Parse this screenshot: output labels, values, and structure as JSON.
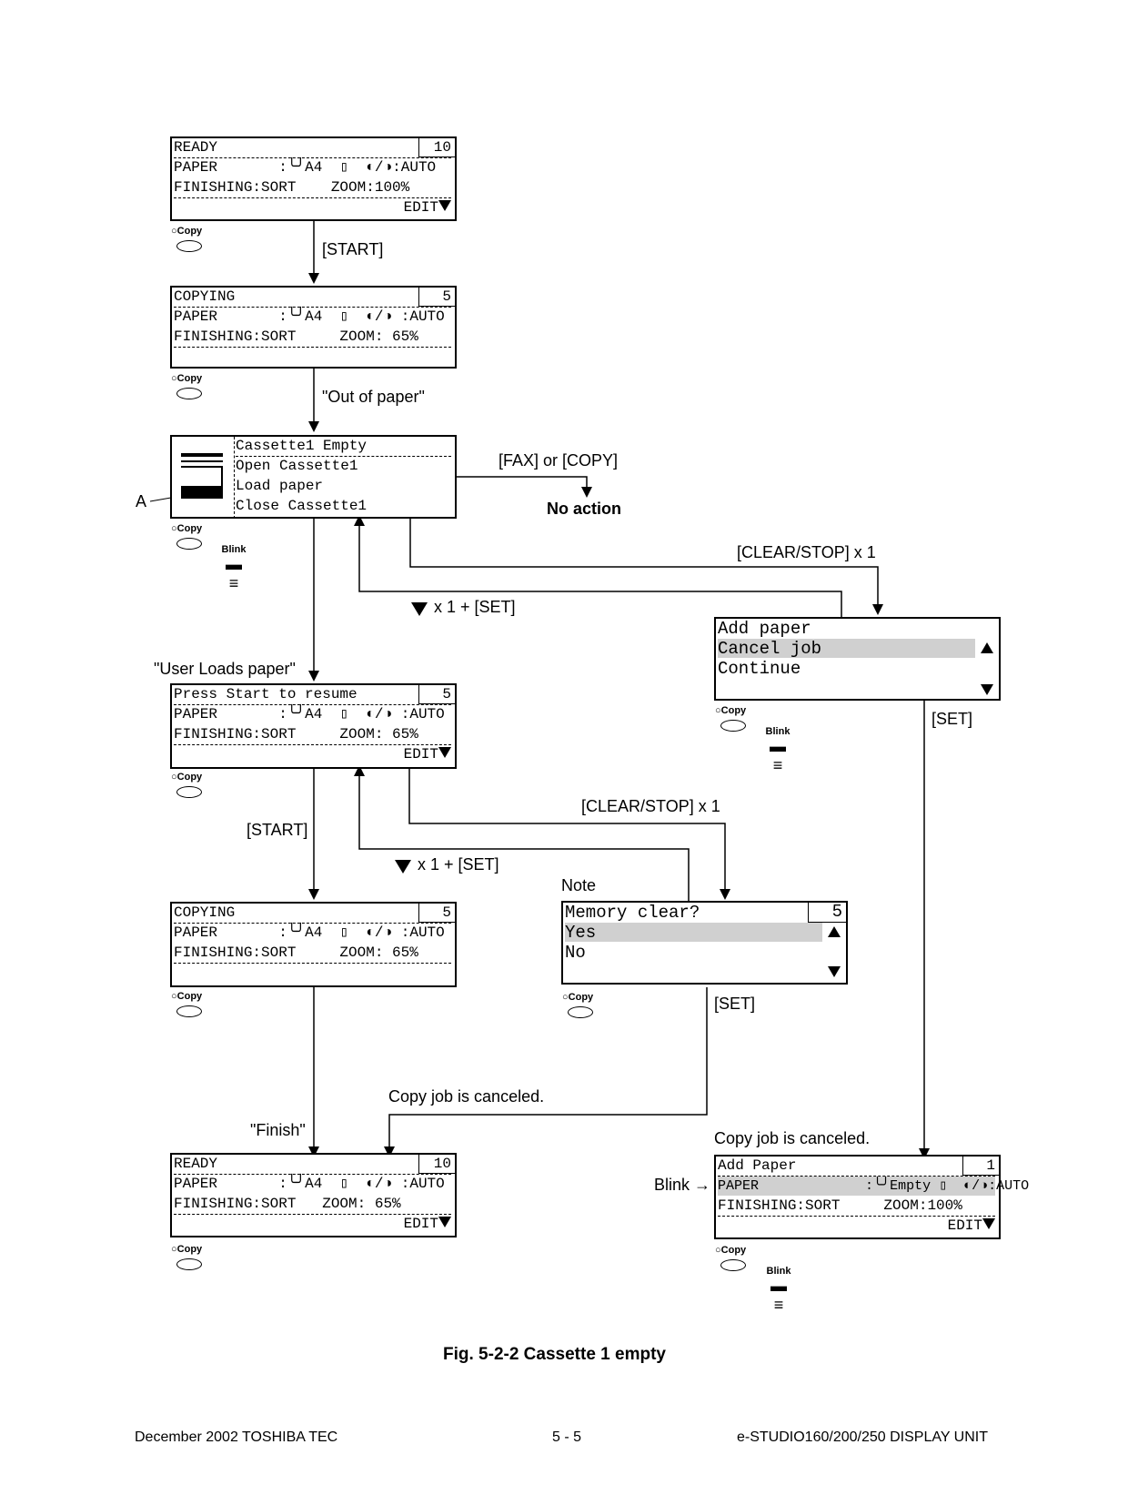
{
  "screens": {
    "s1": {
      "title": "READY",
      "count": "10",
      "paper": "PAPER       :╰╯A4  ▯  ◐/◑:AUTO",
      "finishing": "FINISHING:SORT    ZOOM:100%",
      "edit": "EDIT"
    },
    "s2": {
      "title": "COPYING",
      "count": "5",
      "paper": "PAPER       :╰╯A4  ▯  ◐/◑ :AUTO",
      "finishing": "FINISHING:SORT     ZOOM: 65%"
    },
    "s3": {
      "lines": [
        "Cassette1 Empty",
        "Open Cassette1",
        "Load paper",
        "Close Cassette1"
      ]
    },
    "s4": {
      "title": "Press Start to resume",
      "count": "5",
      "paper": "PAPER       :╰╯A4  ▯  ◐/◑ :AUTO",
      "finishing": "FINISHING:SORT     ZOOM: 65%",
      "edit": "EDIT"
    },
    "s5": {
      "title": "COPYING",
      "count": "5",
      "paper": "PAPER       :╰╯A4  ▯  ◐/◑ :AUTO",
      "finishing": "FINISHING:SORT     ZOOM: 65%"
    },
    "s6": {
      "title": "READY",
      "count": "10",
      "paper": "PAPER       :╰╯A4  ▯  ◐/◑ :AUTO",
      "finishing": "FINISHING:SORT   ZOOM: 65%",
      "edit": "EDIT"
    },
    "s7": {
      "items": [
        "Add paper",
        "Cancel job",
        "Continue"
      ]
    },
    "s8": {
      "title": "Memory clear?",
      "count": "5",
      "items": [
        "Yes",
        "No"
      ]
    },
    "s9": {
      "title": "Add Paper",
      "count": "1",
      "paper": "PAPER             :╰╯Empty ▯  ◐/◑:AUTO",
      "finishing": "FINISHING:SORT     ZOOM:100%",
      "edit": "EDIT"
    }
  },
  "labels": {
    "start1": "[START]",
    "out_of_paper": "\"Out of paper\"",
    "fax_copy": "[FAX] or [COPY]",
    "no_action": "No action",
    "clearstop1": "[CLEAR/STOP] x 1",
    "down_set1": "x 1 + [SET]",
    "user_loads": "\"User Loads paper\"",
    "set1": "[SET]",
    "clearstop2": "[CLEAR/STOP] x 1",
    "start2": "[START]",
    "down_set2": "x 1 + [SET]",
    "note": "Note",
    "set2": "[SET]",
    "canceled1": "Copy job is canceled.",
    "finish": "\"Finish\"",
    "canceled2": "Copy job is canceled.",
    "blink_arrow": "Blink →",
    "a_label": "A",
    "copy": "Copy",
    "blink": "Blink"
  },
  "caption": "Fig. 5-2-2  Cassette 1 empty",
  "footer": {
    "left": "December 2002 TOSHIBA TEC",
    "center": "5 - 5",
    "right": "e-STUDIO160/200/250 DISPLAY UNIT"
  }
}
